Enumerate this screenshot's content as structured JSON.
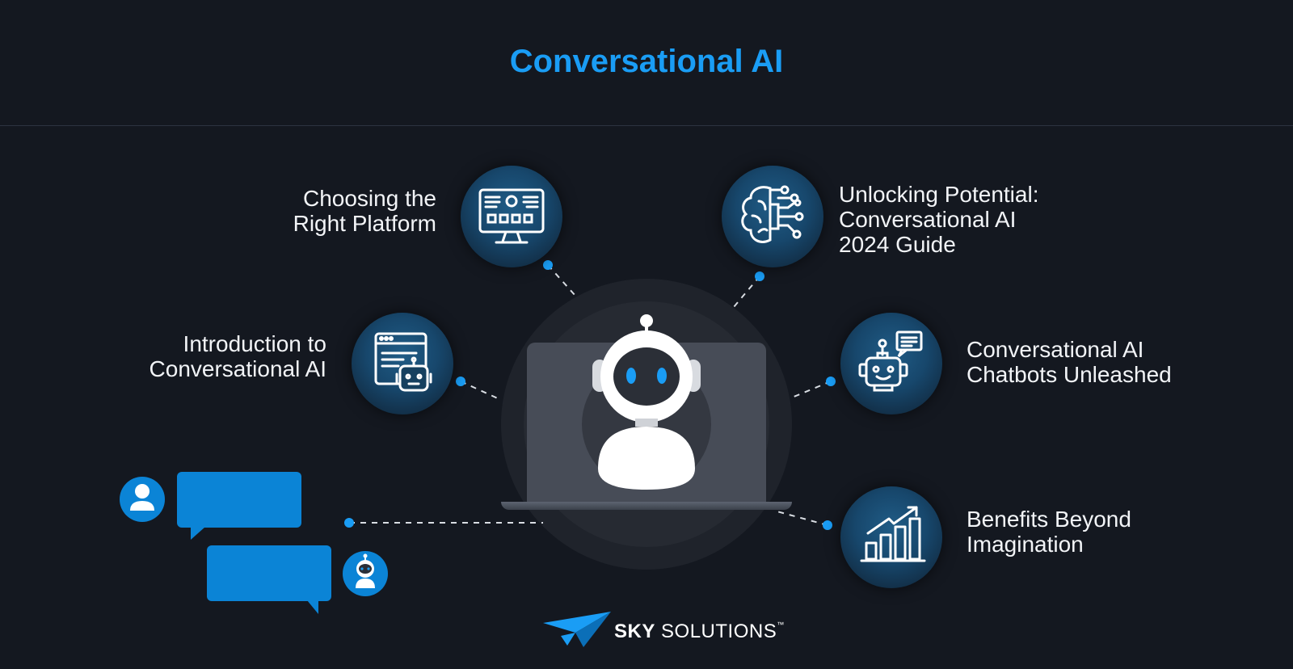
{
  "title": "Conversational AI",
  "colors": {
    "background": "#141820",
    "accent": "#1a9df5",
    "label": "#f2f4f7",
    "bubble": "#0b84d6"
  },
  "topics": [
    {
      "id": "platform",
      "label_lines": [
        "Choosing the",
        "Right Platform"
      ],
      "icon": "monitor-settings-icon"
    },
    {
      "id": "unlocking",
      "label_lines": [
        "Unlocking Potential:",
        "Conversational AI",
        "2024 Guide"
      ],
      "icon": "brain-circuit-icon"
    },
    {
      "id": "intro",
      "label_lines": [
        "Introduction to",
        "Conversational AI"
      ],
      "icon": "browser-bot-icon"
    },
    {
      "id": "chatbots",
      "label_lines": [
        "Conversational AI",
        "Chatbots Unleashed"
      ],
      "icon": "robot-chat-icon"
    },
    {
      "id": "benefits",
      "label_lines": [
        "Benefits Beyond",
        "Imagination"
      ],
      "icon": "growth-chart-icon"
    }
  ],
  "logo": {
    "brand": "SKY",
    "suffix": "SOLUTIONS",
    "mark": "™",
    "icon": "paper-plane-icon"
  }
}
